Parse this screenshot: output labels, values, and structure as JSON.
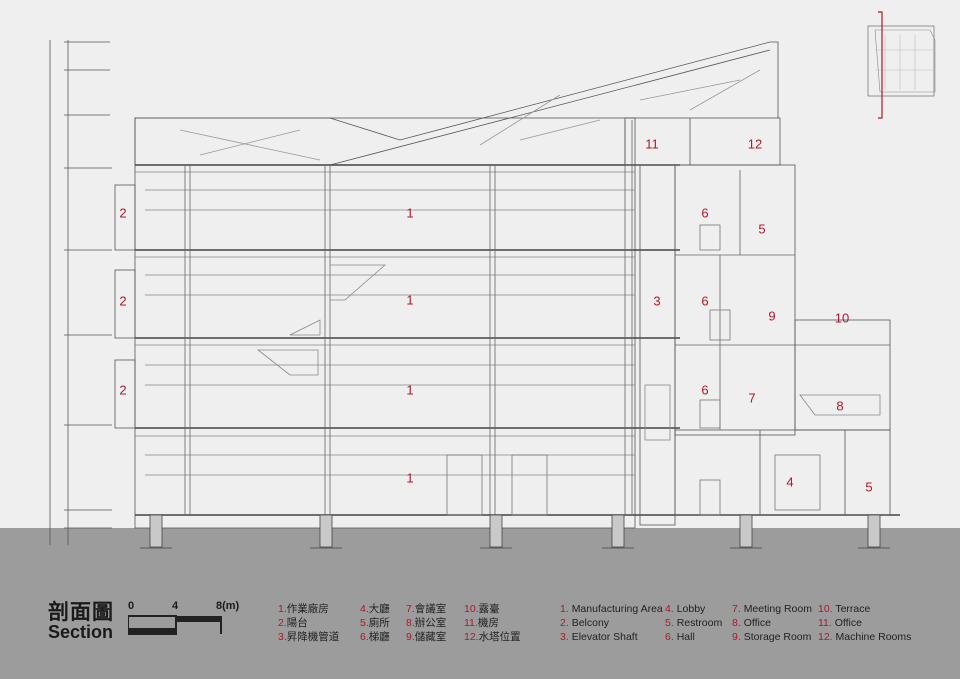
{
  "title": {
    "cn": "剖面圖",
    "en": "Section"
  },
  "scale_bar": {
    "ticks": [
      "0",
      "4",
      "8(m)"
    ]
  },
  "room_labels": [
    "1",
    "1",
    "1",
    "1",
    "2",
    "2",
    "2",
    "3",
    "4",
    "5",
    "5",
    "6",
    "6",
    "6",
    "7",
    "8",
    "9",
    "10",
    "11",
    "12"
  ],
  "legend_cn": [
    {
      "num": "1.",
      "name": "作業廠房"
    },
    {
      "num": "2.",
      "name": "陽台"
    },
    {
      "num": "3.",
      "name": "昇降機管道"
    },
    {
      "num": "4.",
      "name": "大廳"
    },
    {
      "num": "5.",
      "name": "廁所"
    },
    {
      "num": "6.",
      "name": "梯廳"
    },
    {
      "num": "7.",
      "name": "會議室"
    },
    {
      "num": "8.",
      "name": "辦公室"
    },
    {
      "num": "9.",
      "name": "儲藏室"
    },
    {
      "num": "10.",
      "name": "露臺"
    },
    {
      "num": "11.",
      "name": "機房"
    },
    {
      "num": "12.",
      "name": "水塔位置"
    }
  ],
  "legend_en": [
    {
      "num": "1.",
      "name": "Manufacturing Area"
    },
    {
      "num": "2.",
      "name": "Belcony"
    },
    {
      "num": "3.",
      "name": "Elevator Shaft"
    },
    {
      "num": "4.",
      "name": "Lobby"
    },
    {
      "num": "5.",
      "name": "Restroom"
    },
    {
      "num": "6.",
      "name": "Hall"
    },
    {
      "num": "7.",
      "name": "Meeting Room"
    },
    {
      "num": "8.",
      "name": "Office"
    },
    {
      "num": "9.",
      "name": "Storage Room"
    },
    {
      "num": "10.",
      "name": "Terrace"
    },
    {
      "num": "11.",
      "name": "Office"
    },
    {
      "num": "12.",
      "name": "Machine Rooms"
    }
  ],
  "colors": {
    "label": "#b0182a",
    "ground": "#9c9c9c",
    "line": "#555555",
    "background": "#efefef"
  }
}
